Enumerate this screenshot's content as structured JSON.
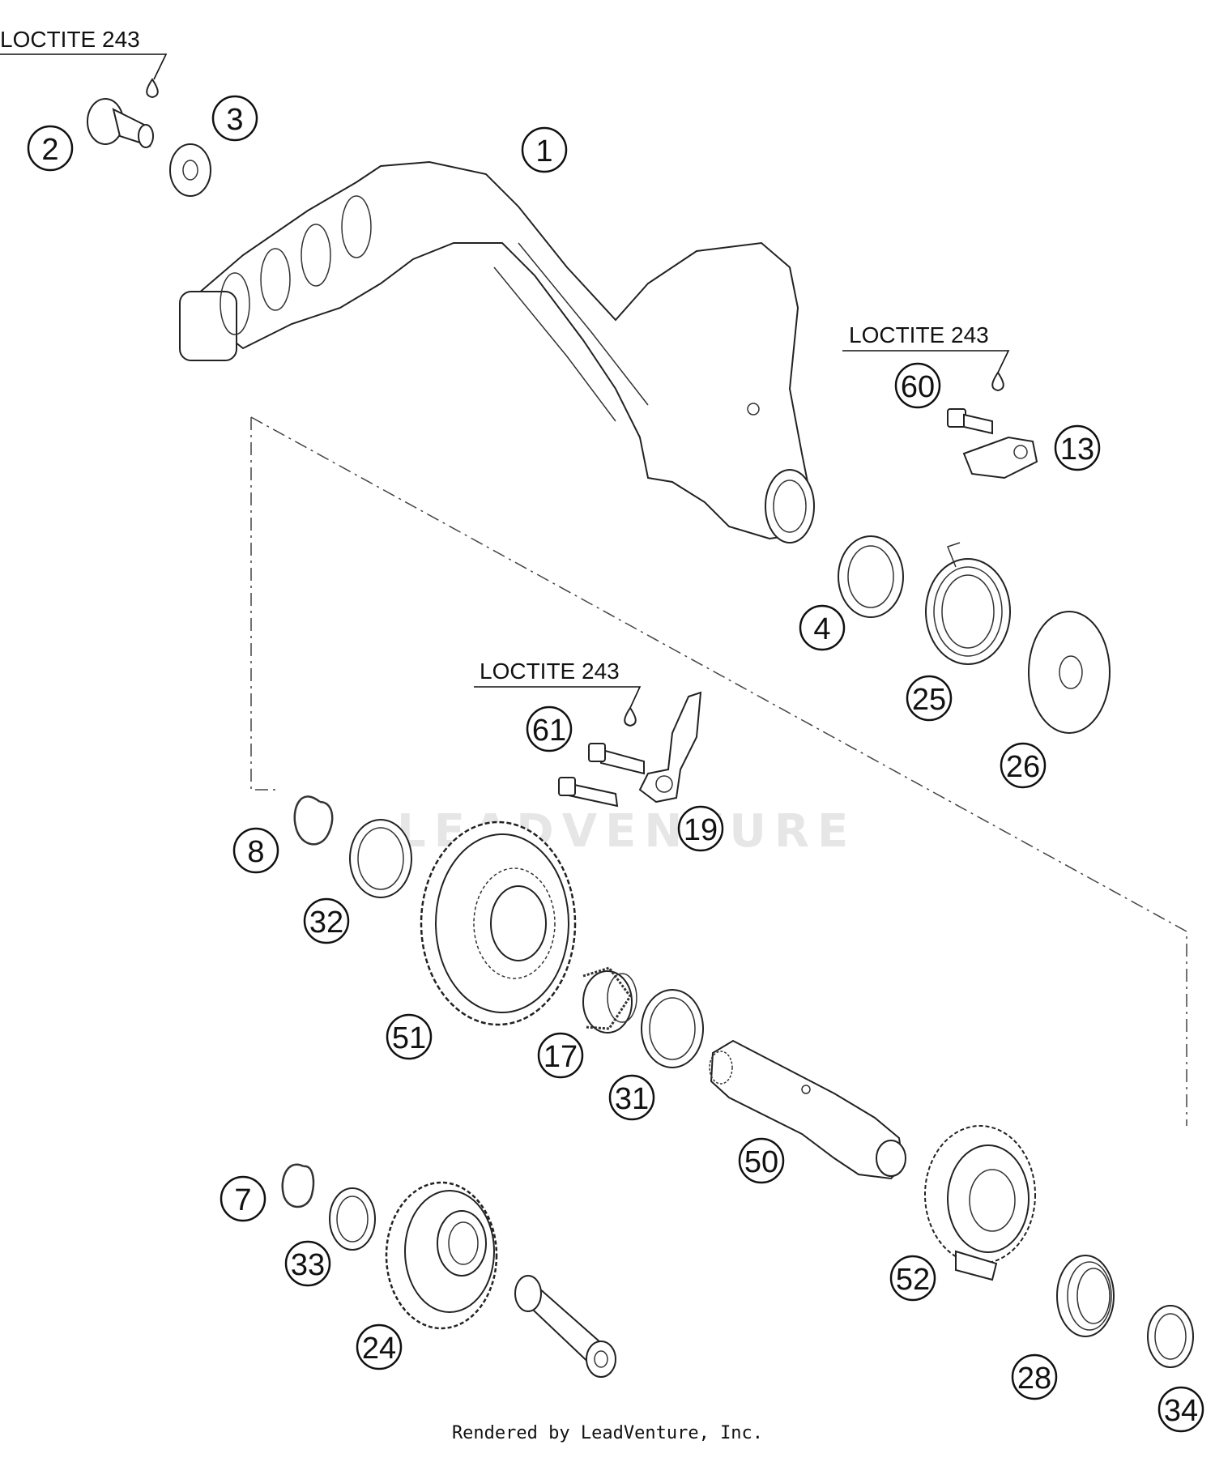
{
  "note_label": "LOCTITE 243",
  "watermark": "LEADVENTURE",
  "footer": "Rendered by LeadVenture, Inc.",
  "callouts": [
    "1",
    "2",
    "3",
    "4",
    "7",
    "8",
    "13",
    "17",
    "19",
    "24",
    "25",
    "26",
    "28",
    "31",
    "32",
    "33",
    "34",
    "50",
    "51",
    "52",
    "60",
    "61"
  ]
}
